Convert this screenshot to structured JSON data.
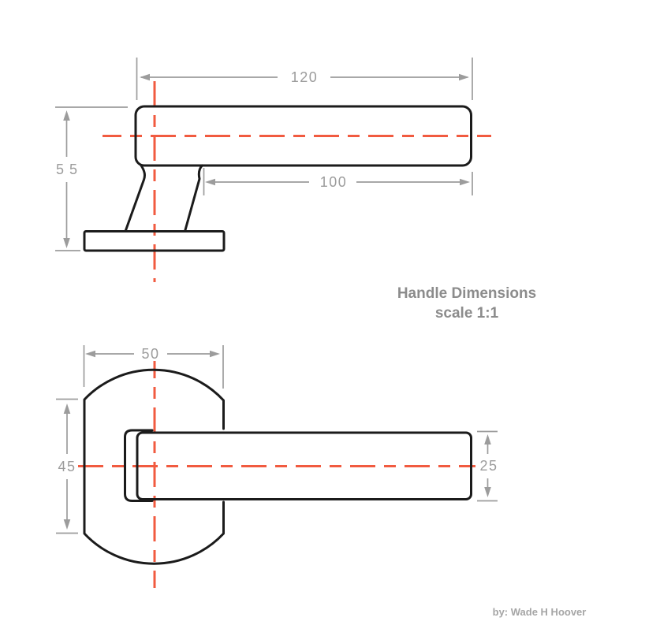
{
  "title": {
    "heading": "Handle Dimensions",
    "scale": "scale 1:1"
  },
  "credit": "by: Wade H Hoover",
  "colors": {
    "outline": "#1b1b1b",
    "dimension": "#9c9c9c",
    "centerline": "#f15b40",
    "title_text": "#8c8c8c",
    "credit_text": "#a5a5a5",
    "background": "#ffffff"
  },
  "top_view": {
    "length": "120",
    "grip_length": "100",
    "height": "55"
  },
  "bottom_view": {
    "rose_width": "50",
    "rose_height": "45",
    "thickness": "25"
  }
}
